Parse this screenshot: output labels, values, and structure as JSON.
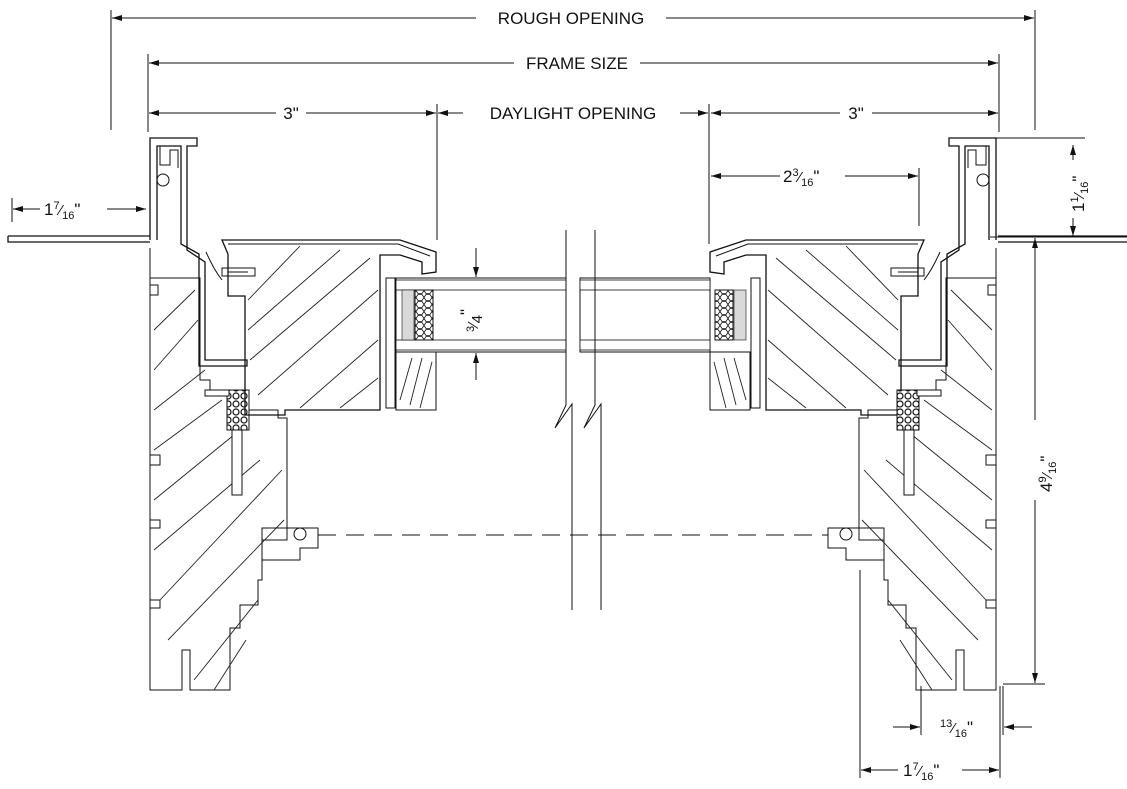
{
  "dimensions": {
    "rough_opening": "ROUGH OPENING",
    "frame_size": "FRAME SIZE",
    "daylight_opening": "DAYLIGHT OPENING",
    "left_3": "3\"",
    "right_3": "3\"",
    "left_1_7_16": {
      "whole": "1",
      "num": "7",
      "den": "16",
      "unit": "\""
    },
    "right_2_3_16": {
      "whole": "2",
      "num": "3",
      "den": "16",
      "unit": "\""
    },
    "right_1_1_16": {
      "whole": "1",
      "num": "1",
      "den": "16",
      "unit": "\""
    },
    "glass_3_4": {
      "num": "3",
      "den": "4",
      "unit": "\""
    },
    "right_4_9_16": {
      "whole": "4",
      "num": "9",
      "den": "16",
      "unit": "\""
    },
    "bottom_13_16": {
      "num": "13",
      "den": "16",
      "unit": "\""
    },
    "bottom_1_7_16": {
      "whole": "1",
      "num": "7",
      "den": "16",
      "unit": "\""
    }
  },
  "colors": {
    "line": "#111111",
    "glass_fill": "#d9d9d9",
    "background": "#ffffff"
  }
}
